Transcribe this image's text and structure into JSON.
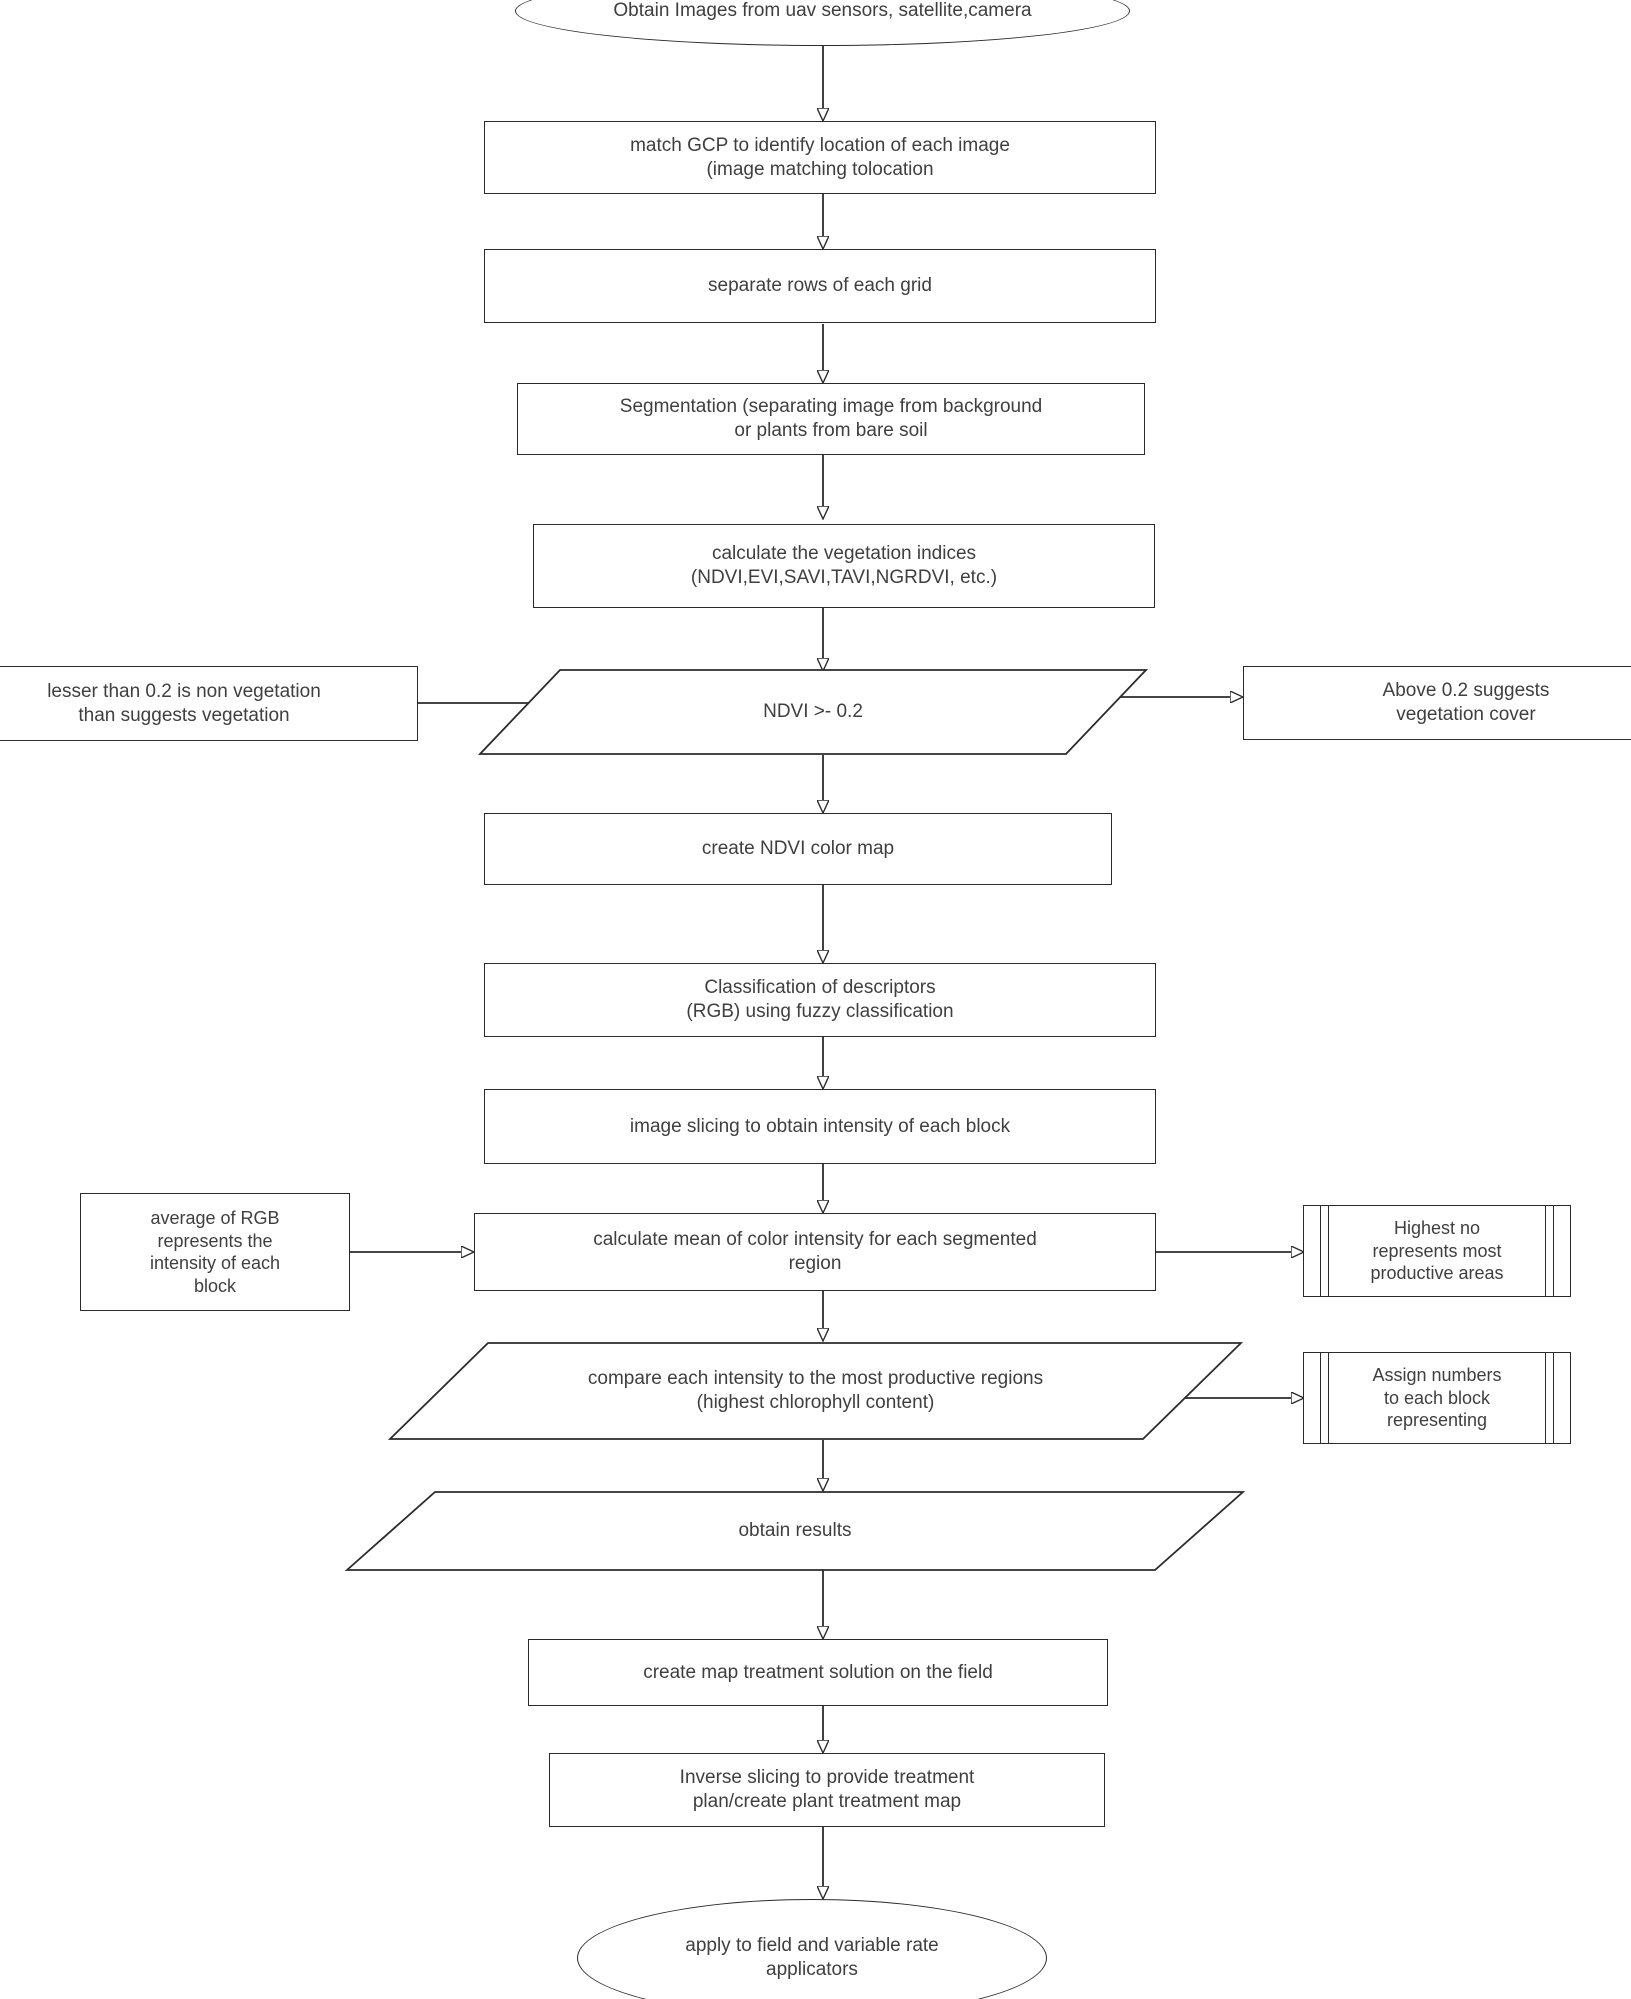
{
  "diagram": {
    "title": "UAV / satellite imagery vegetation-index processing workflow",
    "stroke_color": "#2b2b2b",
    "text_color": "#3f3f3f",
    "background_color": "#ffffff",
    "nodes": {
      "start": {
        "shape": "ellipse",
        "label": "Obtain Images from uav sensors, satellite,camera"
      },
      "match_gcp": {
        "shape": "process",
        "label": "match GCP to identify location of each image\n(image matching tolocation"
      },
      "separate_rows": {
        "shape": "process",
        "label": "separate rows of each grid"
      },
      "segmentation": {
        "shape": "process",
        "label": "Segmentation (separating image from background\nor plants from bare soil"
      },
      "vegetation_indices": {
        "shape": "process",
        "label": "calculate the vegetation indices\n(NDVI,EVI,SAVI,TAVI,NGRDVI, etc.)"
      },
      "ndvi_left_note": {
        "shape": "process",
        "label": "lesser than 0.2 is non vegetation\nthan suggests vegetation"
      },
      "ndvi_decision": {
        "shape": "parallelogram",
        "label": "NDVI >- 0.2"
      },
      "ndvi_right_note": {
        "shape": "process",
        "label": "Above 0.2 suggests\nvegetation cover"
      },
      "ndvi_color_map": {
        "shape": "process",
        "label": "create NDVI color map"
      },
      "classification": {
        "shape": "process",
        "label": "Classification of descriptors\n(RGB) using fuzzy classification"
      },
      "image_slicing": {
        "shape": "process",
        "label": "image slicing to obtain intensity of each block"
      },
      "rgb_average_note": {
        "shape": "process",
        "label": "average of RGB\nrepresents the\nintensity of each\nblock"
      },
      "calculate_mean": {
        "shape": "process",
        "label": "calculate mean of color intensity for each segmented\nregion"
      },
      "highest_no_note": {
        "shape": "predefined-process",
        "label": "Highest no\nrepresents most\nproductive areas"
      },
      "compare_intensity": {
        "shape": "parallelogram",
        "label": "compare each intensity to the most productive regions\n(highest chlorophyll content)"
      },
      "assign_numbers_note": {
        "shape": "predefined-process",
        "label": "Assign numbers\nto each block\nrepresenting"
      },
      "obtain_results": {
        "shape": "parallelogram",
        "label": "obtain results"
      },
      "treatment_map": {
        "shape": "process",
        "label": "create map treatment solution on the field"
      },
      "inverse_slicing": {
        "shape": "process",
        "label": "Inverse slicing to provide treatment\nplan/create plant treatment map"
      },
      "end": {
        "shape": "ellipse",
        "label": "apply to field and variable rate\napplicators"
      }
    },
    "edges": [
      {
        "from": "start",
        "to": "match_gcp",
        "direction": "down"
      },
      {
        "from": "match_gcp",
        "to": "separate_rows",
        "direction": "down"
      },
      {
        "from": "separate_rows",
        "to": "segmentation",
        "direction": "down"
      },
      {
        "from": "segmentation",
        "to": "vegetation_indices",
        "direction": "down"
      },
      {
        "from": "vegetation_indices",
        "to": "ndvi_decision",
        "direction": "down"
      },
      {
        "from": "ndvi_left_note",
        "to": "ndvi_decision",
        "direction": "right"
      },
      {
        "from": "ndvi_decision",
        "to": "ndvi_right_note",
        "direction": "right"
      },
      {
        "from": "ndvi_decision",
        "to": "ndvi_color_map",
        "direction": "down"
      },
      {
        "from": "ndvi_color_map",
        "to": "classification",
        "direction": "down"
      },
      {
        "from": "classification",
        "to": "image_slicing",
        "direction": "down"
      },
      {
        "from": "image_slicing",
        "to": "calculate_mean",
        "direction": "down"
      },
      {
        "from": "rgb_average_note",
        "to": "calculate_mean",
        "direction": "right"
      },
      {
        "from": "calculate_mean",
        "to": "highest_no_note",
        "direction": "right"
      },
      {
        "from": "calculate_mean",
        "to": "compare_intensity",
        "direction": "down"
      },
      {
        "from": "compare_intensity",
        "to": "assign_numbers_note",
        "direction": "right"
      },
      {
        "from": "compare_intensity",
        "to": "obtain_results",
        "direction": "down"
      },
      {
        "from": "obtain_results",
        "to": "treatment_map",
        "direction": "down"
      },
      {
        "from": "treatment_map",
        "to": "inverse_slicing",
        "direction": "down"
      },
      {
        "from": "inverse_slicing",
        "to": "end",
        "direction": "down"
      }
    ]
  }
}
